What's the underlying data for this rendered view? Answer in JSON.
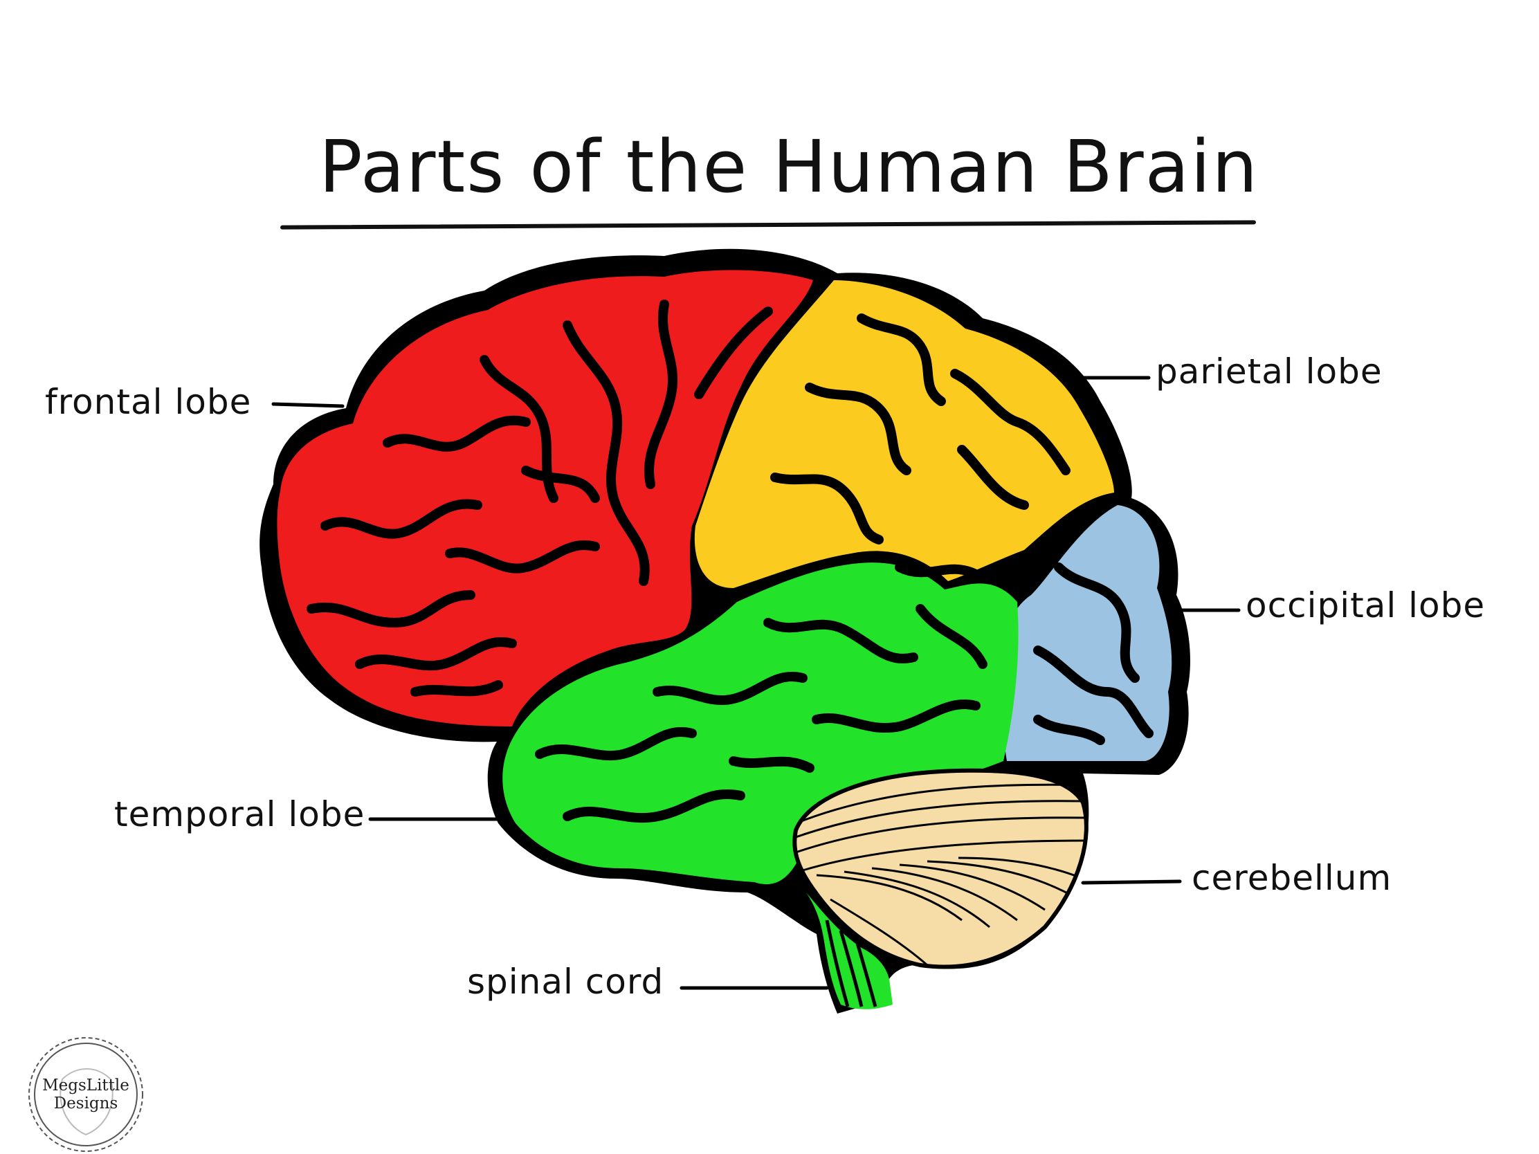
{
  "title": "Parts of the Human Brain",
  "labels": {
    "frontal": "frontal lobe",
    "parietal": "parietal lobe",
    "occipital": "occipital lobe",
    "temporal": "temporal lobe",
    "cerebellum": "cerebellum",
    "spinal": "spinal cord"
  },
  "watermark": {
    "line1": "MegsLittle",
    "line2": "Designs"
  },
  "colors": {
    "frontal": "#ee1c1c",
    "parietal": "#fccb1f",
    "occipital": "#9dc3e3",
    "temporal": "#22e32a",
    "cerebellum": "#f6dca7",
    "spinal": "#22e32a",
    "outline": "#000000"
  }
}
